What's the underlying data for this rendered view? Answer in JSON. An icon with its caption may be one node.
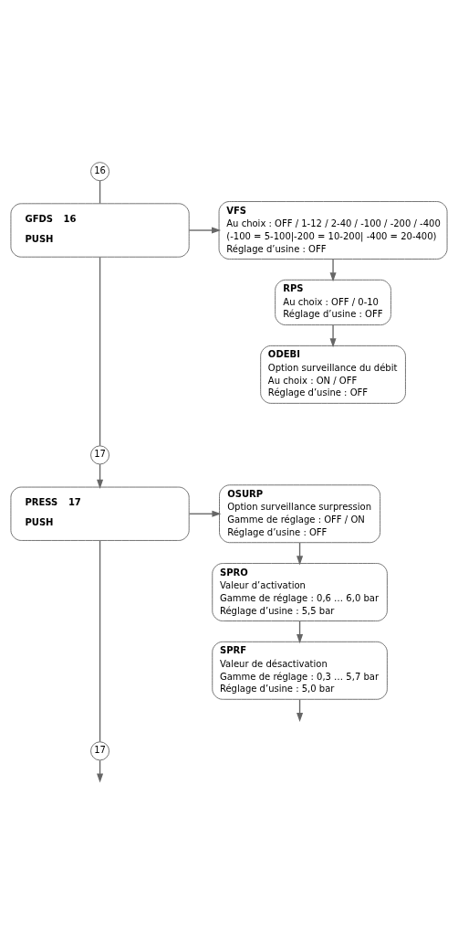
{
  "diagram": {
    "nodes": [
      {
        "text": [
          "16"
        ]
      },
      {
        "text": [
          "GFDS",
          "16",
          "PUSH"
        ]
      },
      {
        "text": [
          "VFS",
          "Au choix : OFF / 1-12 / 2-40 / -100 / -200 / -400",
          "(-100 = 5-100|-200 = 10-200| -400 = 20-400)",
          "Réglage d’usine : OFF"
        ]
      },
      {
        "text": [
          "RPS",
          "Au choix : OFF / 0-10",
          "Réglage d’usine : OFF"
        ]
      },
      {
        "text": [
          "ODEBI",
          "Option surveillance du débit",
          "Au choix : ON / OFF",
          "Réglage d’usine : OFF"
        ]
      },
      {
        "text": [
          "17"
        ]
      },
      {
        "text": [
          "PRESS",
          "17",
          "PUSH"
        ]
      },
      {
        "text": [
          "OSURP",
          "Option surveillance surpression",
          "Gamme de réglage : OFF / ON",
          "Réglage d’usine : OFF"
        ]
      },
      {
        "text": [
          "SPRO",
          "Valeur d’activation",
          "Gamme de réglage : 0,6 … 6,0 bar",
          "Réglage d’usine : 5,5 bar"
        ]
      },
      {
        "text": [
          "SPRF",
          "Valeur de désactivation",
          "Gamme de réglage : 0,3 … 5,7 bar",
          "Réglage d’usine : 5,0 bar"
        ]
      },
      {
        "text": [
          "17"
        ]
      }
    ],
    "edges": [
      {
        "from": 0,
        "to": 1,
        "arrow": "none"
      },
      {
        "from": 1,
        "to": 2,
        "arrow": "to"
      },
      {
        "from": 2,
        "to": 3,
        "arrow": "to"
      },
      {
        "from": 3,
        "to": 4,
        "arrow": "to"
      },
      {
        "from": 1,
        "to": 5,
        "arrow": "none"
      },
      {
        "from": 5,
        "to": 6,
        "arrow": "to"
      },
      {
        "from": 6,
        "to": 7,
        "arrow": "to"
      },
      {
        "from": 7,
        "to": 8,
        "arrow": "to"
      },
      {
        "from": 8,
        "to": 9,
        "arrow": "to"
      },
      {
        "from": 6,
        "to": 10,
        "arrow": "none"
      },
      {
        "from": 10,
        "to": null,
        "arrow": "to"
      },
      {
        "from": 9,
        "to": null,
        "arrow": "to"
      }
    ]
  }
}
